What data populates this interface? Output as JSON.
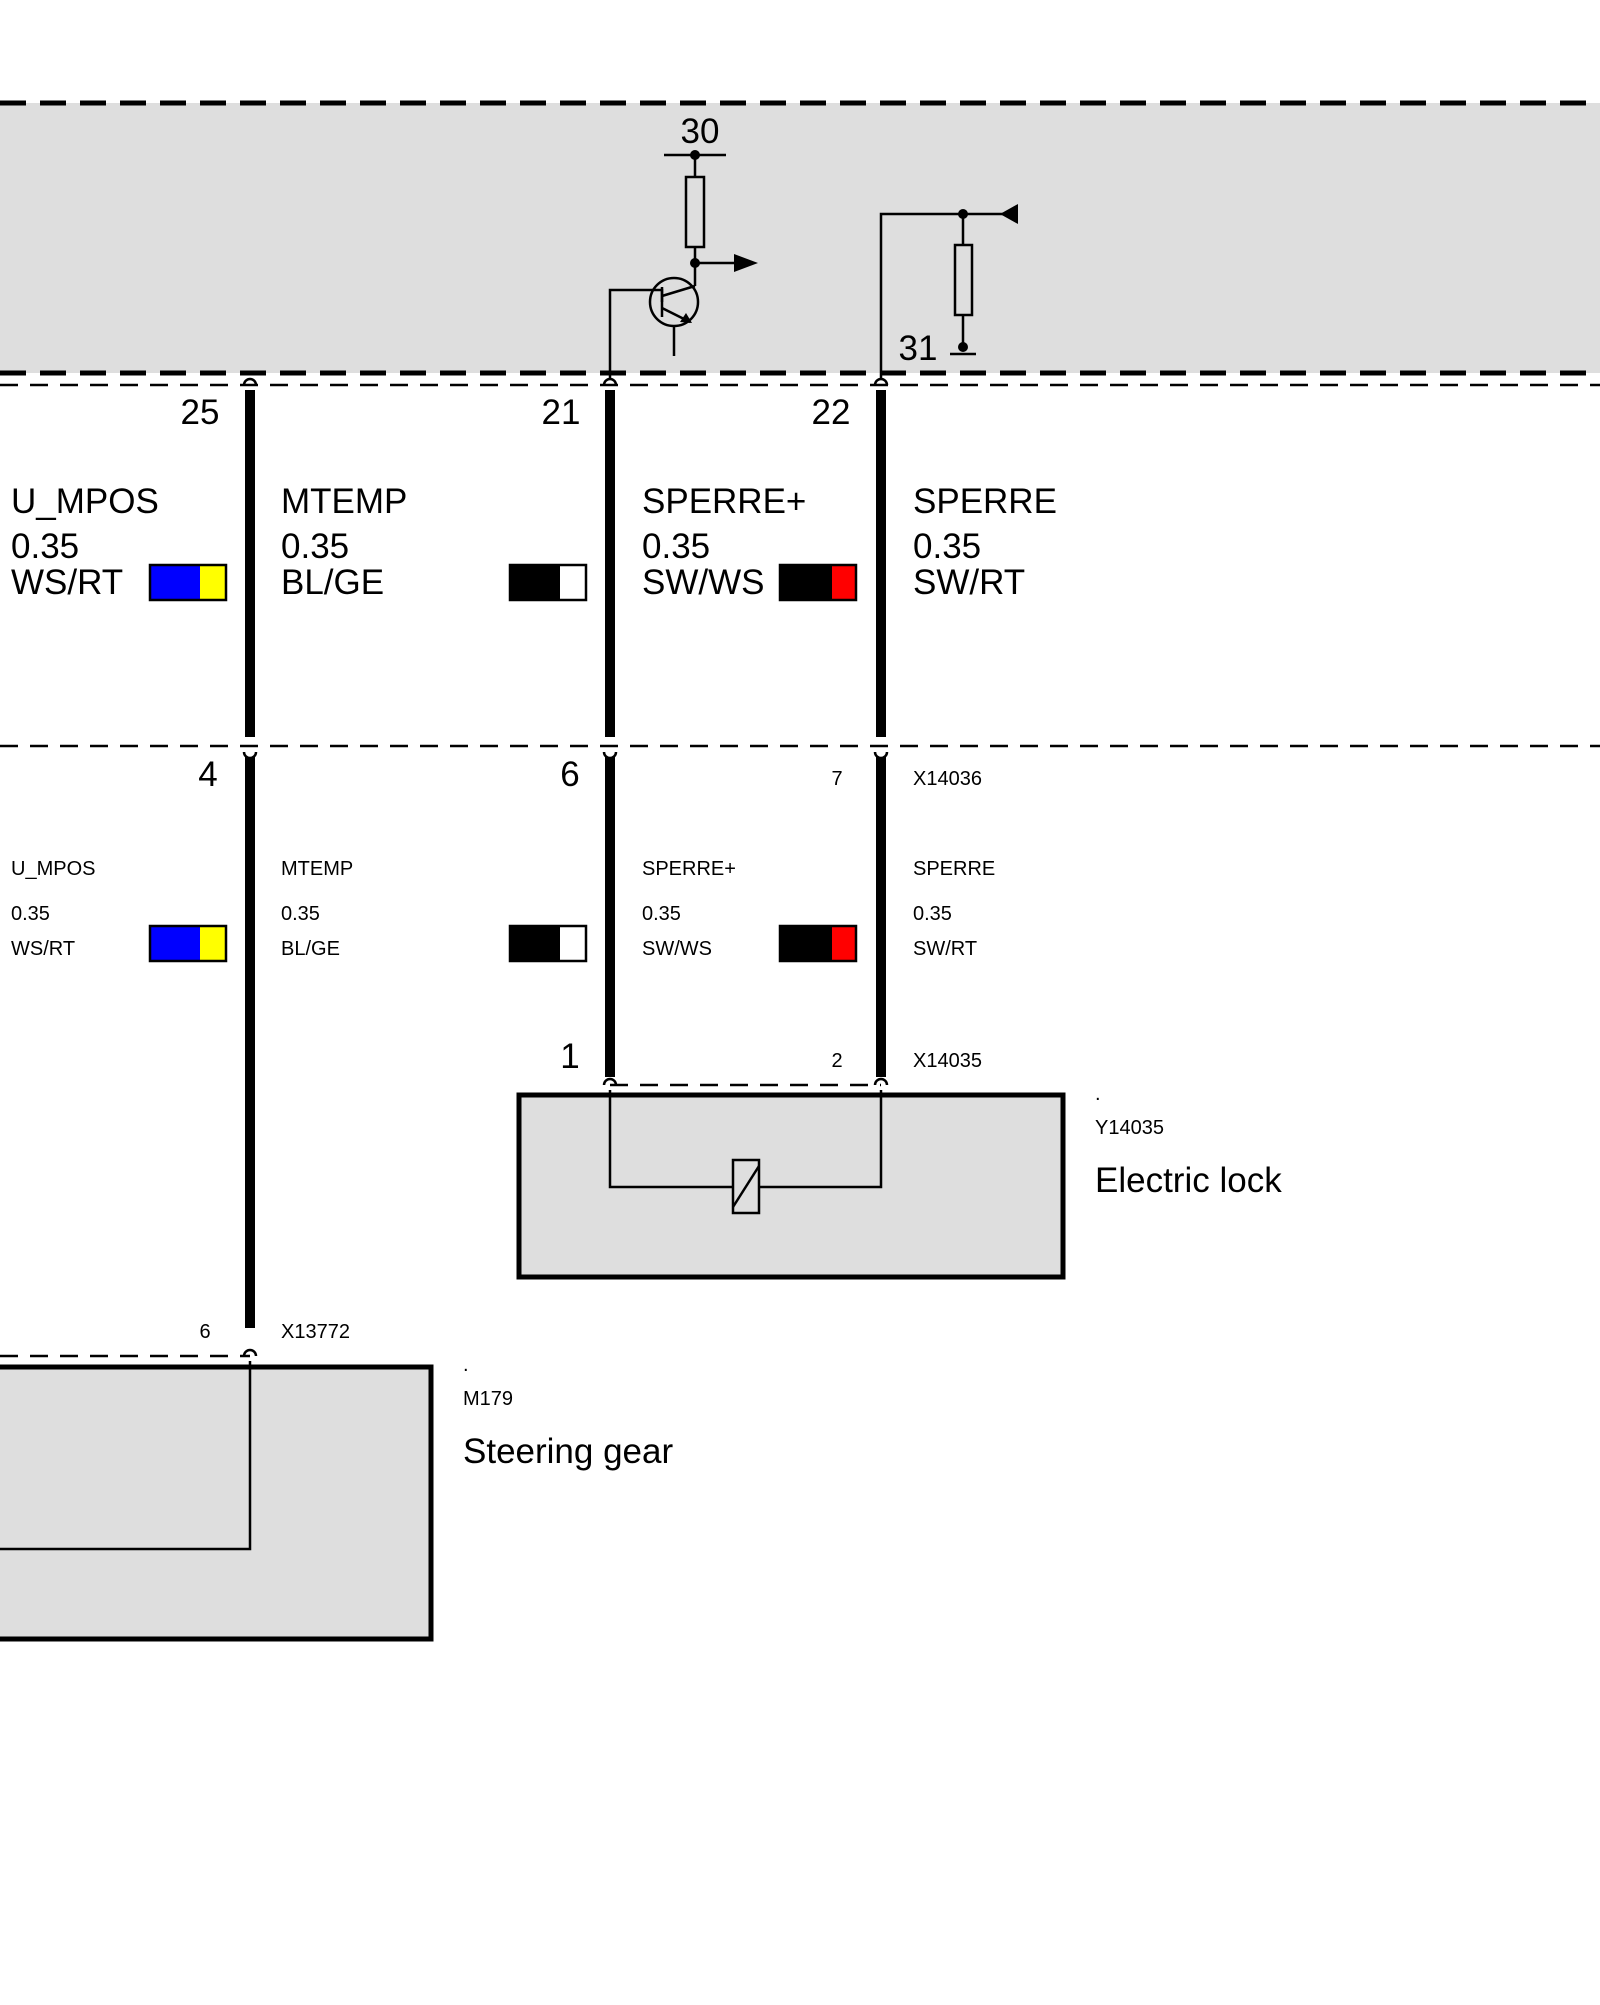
{
  "colors": {
    "module_fill": "#dedede",
    "blue": "#0000ff",
    "yellow": "#ffff00",
    "red": "#ff0000",
    "black": "#000000",
    "white": "#ffffff"
  },
  "control_unit": {
    "terminal_30": "30",
    "terminal_31": "31",
    "pins": [
      "25",
      "21",
      "22"
    ],
    "icons": [
      "transistor-icon",
      "resistor-icon",
      "ground-icon",
      "output-arrow-icon"
    ]
  },
  "wires_upper": [
    {
      "signal": "U_MPOS",
      "cross_section": "0.35",
      "color_code": "WS/RT",
      "swatch": [
        "blue",
        "yellow"
      ]
    },
    {
      "signal": "MTEMP",
      "cross_section": "0.35",
      "color_code": "BL/GE",
      "swatch": [
        "black",
        "white"
      ]
    },
    {
      "signal": "SPERRE+",
      "cross_section": "0.35",
      "color_code": "SW/WS",
      "swatch": [
        "black",
        "red"
      ]
    },
    {
      "signal": "SPERRE",
      "cross_section": "0.35",
      "color_code": "SW/RT",
      "swatch": []
    }
  ],
  "connector_x14036": {
    "name": "X14036",
    "pins": [
      "4",
      "6",
      "7"
    ]
  },
  "wires_lower": [
    {
      "signal": "U_MPOS",
      "cross_section": "0.35",
      "color_code": "WS/RT",
      "swatch": [
        "blue",
        "yellow"
      ]
    },
    {
      "signal": "MTEMP",
      "cross_section": "0.35",
      "color_code": "BL/GE",
      "swatch": [
        "black",
        "white"
      ]
    },
    {
      "signal": "SPERRE+",
      "cross_section": "0.35",
      "color_code": "SW/WS",
      "swatch": [
        "black",
        "red"
      ]
    },
    {
      "signal": "SPERRE",
      "cross_section": "0.35",
      "color_code": "SW/RT",
      "swatch": []
    }
  ],
  "connector_x14035": {
    "name": "X14035",
    "pins": [
      "1",
      "2"
    ]
  },
  "electric_lock": {
    "dot": ".",
    "code": "Y14035",
    "name": "Electric lock",
    "icon": "solenoid-coil-icon"
  },
  "connector_x13772": {
    "name": "X13772",
    "pin": "6"
  },
  "steering_gear": {
    "dot": ".",
    "code": "M179",
    "name": "Steering gear"
  }
}
